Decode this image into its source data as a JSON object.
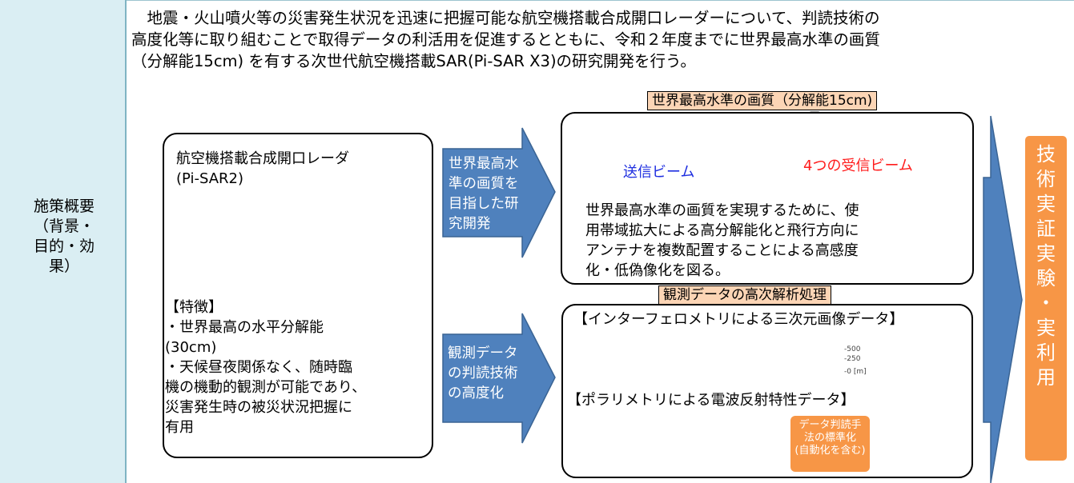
{
  "left_label": "施策概要\n（背景・\n目的・効\n果）",
  "intro": " 　地震・火山噴火等の災害発生状況を迅速に把握可能な航空機搭載合成開口レーダーについて、判読技術の\n高度化等に取り組むことで取得データの利活用を促進するとともに、令和２年度までに世界最高水準の画質\n（分解能15cm) を有する次世代航空機搭載SAR(Pi-SAR X3)の研究開発を行う。",
  "left_box": {
    "title": "航空機搭載合成開口レーダ\n(Pi-SAR2)",
    "features": "【特徴】\n・世界最高の水平分解能\n  (30cm)\n・天候昼夜関係なく、随時臨\n  機の機動的観測が可能であり、\n  災害発生時の被災状況把握に\n  有用"
  },
  "arrow1_text": "世界最高水\n準の画質を\n目指した研\n究開発",
  "arrow2_text": "観測データ\nの判読技術\nの高度化",
  "top_right": {
    "pill": "世界最高水準の画質（分解能15cm)",
    "tx_beam": "送信ビーム",
    "rx_beam": "4つの受信ビーム",
    "description": "世界最高水準の画質を実現するために、使\n用帯域拡大による高分解能化と飛行方向に\nアンテナを複数配置することによる高感度\n化・低偽像化を図る。"
  },
  "bottom_right": {
    "pill": "観測データの高次解析処理",
    "title1": "【インターフェロメトリによる三次元画像データ】",
    "title2": "【ポラリメトリによる電波反射特性データ】",
    "colorbar_ticks": [
      "-500",
      "-250",
      "-0 [m]"
    ],
    "orange_box": "データ判読手\n法の標準化\n(自動化を含む)"
  },
  "right_box": "技\n術\n実\n証\n実\n験\n・\n実\n利\n用",
  "colors": {
    "arrow_blue": "#4f81bd",
    "orange": "#f79646",
    "pill": "#fcd5b5",
    "left_bg": "#daeef3"
  }
}
